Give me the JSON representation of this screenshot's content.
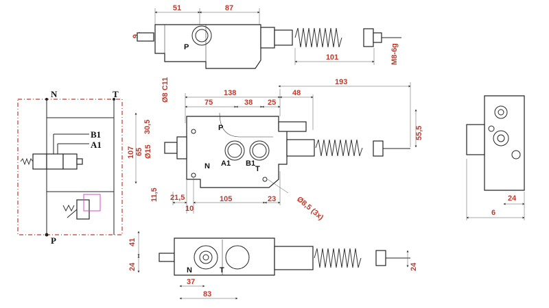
{
  "top_view": {
    "dims": [
      "51",
      "87",
      "9",
      "101",
      "M8-6g"
    ],
    "port": "P"
  },
  "front_view": {
    "dims": [
      "Ø8 C11",
      "193",
      "138",
      "48",
      "75",
      "38",
      "25",
      "30,5",
      "55,5",
      "107",
      "65",
      "Ø15",
      "11,5",
      "21,5",
      "10",
      "105",
      "23",
      "Ø8,5 (3x)"
    ],
    "ports": [
      "P",
      "A1",
      "B1",
      "N",
      "T"
    ]
  },
  "bottom_view": {
    "dims": [
      "41",
      "24",
      "37",
      "83",
      "24"
    ],
    "ports": [
      "N",
      "T"
    ]
  },
  "side_view": {
    "dims": [
      "24",
      "6"
    ]
  },
  "schematic": {
    "labels": [
      "N",
      "T",
      "B1",
      "A1",
      "P"
    ]
  },
  "colors": {
    "dimension": "#c0392b",
    "outline": "#222222",
    "frame": "#c0392b"
  }
}
